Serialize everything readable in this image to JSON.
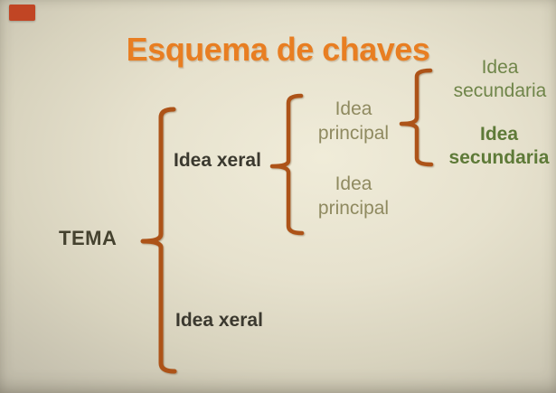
{
  "title": "Esquema de chaves",
  "colors": {
    "title": "#e87e22",
    "brace": "#ad5318",
    "accent_square": "#c14524",
    "tema_text": "#45422f",
    "xeral_text": "#3b392f",
    "principal_text": "#8f8a60",
    "secundaria_text": "#6f8549",
    "secundaria_bold_text": "#5e7a38"
  },
  "diagram": {
    "tema": {
      "label": "TEMA"
    },
    "xeral": [
      {
        "label": "Idea xeral"
      },
      {
        "label": "Idea xeral"
      }
    ],
    "principal": [
      {
        "label": "Idea principal"
      },
      {
        "label": "Idea principal"
      }
    ],
    "secundaria": [
      {
        "label": "Idea secundaria"
      },
      {
        "label": "Idea secundaria"
      }
    ]
  }
}
